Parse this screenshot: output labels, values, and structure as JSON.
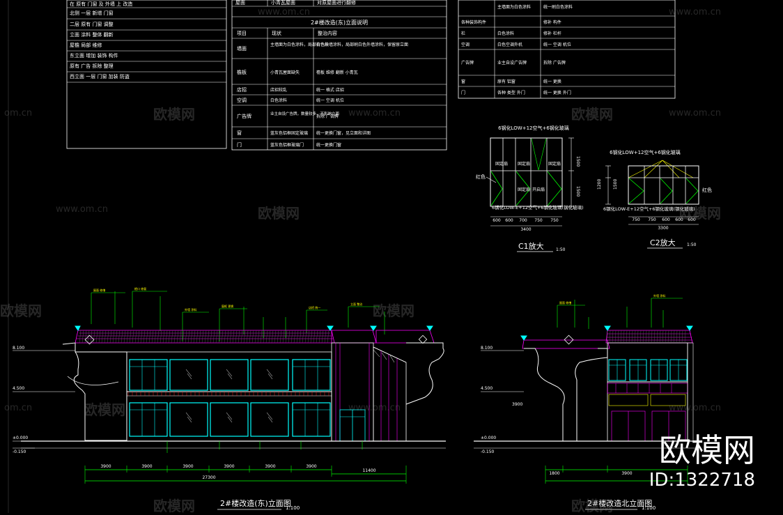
{
  "drawing": {
    "left_notes": [
      "在 原有 门窗 及 外墙 上 改造",
      "北侧 一层 新增 门窗",
      "二层 原有 门窗 调整",
      "立面 涂料 整体 翻新",
      "屋檐 局部 维修",
      "东立面 增加 装饰 构件",
      "原有 广告 拆除 整理",
      "西立面 一层 门窗 加装 防盗"
    ],
    "middle_table": {
      "top_row": [
        "屋面",
        "小青瓦屋面",
        "对原屋面进行翻修"
      ],
      "title": "2#楼改造(东)立面说明",
      "headers": [
        "项目",
        "现状",
        "整治内容"
      ],
      "rows": [
        [
          "墙面",
          "主墙面为白色涂料，局部有色块",
          "白色外墙涂料，局部刷白色外墙涂料，保留原立面"
        ],
        [
          "檐板",
          "小青瓦屋面缺失",
          "檐板 维修 翻新 小青瓦"
        ],
        [
          "店招",
          "店招较乱",
          "统一 格式 店招"
        ],
        [
          "空调",
          "白色涂料",
          "统一 空调 机位"
        ],
        [
          "广告牌",
          "业主自设广告牌，数量较多，不影响立面",
          "拆除 广告牌"
        ],
        [
          "窗",
          "蓝灰色铝框固定玻璃",
          "统一更换门窗，见立面和详图"
        ],
        [
          "门",
          "蓝灰色铝框玻璃门",
          "统一更换门窗"
        ]
      ]
    },
    "right_table": {
      "rows": [
        [
          "",
          "主墙面为白色涂料",
          "统一刷白色涂料"
        ],
        [
          "各种装饰构件",
          "",
          "修补 构件"
        ],
        [
          "栏",
          "白色涂料",
          "修补 栏杆"
        ],
        [
          "空调",
          "白色空调外机",
          "统一 空调 机位"
        ],
        [
          "广告牌",
          "业主自设广告牌",
          "拆除 广告牌"
        ],
        [
          "窗",
          "原有 铝窗",
          "统一 更换"
        ],
        [
          "门",
          "各种 类型 外门",
          "统一 更换 外门"
        ]
      ]
    },
    "c1": {
      "glass_label": "6钢化LOW+12空气+6钢化玻璃",
      "glass_label_bottom": "6钢化LOW-E+12空气+6钢化玻璃(钢化玻璃)",
      "pane_labels": [
        "固定扇",
        "固定扇",
        "固定扇",
        "固定扇"
      ],
      "open_label": "开启扇",
      "dims_bottom": [
        "600",
        "600",
        "700",
        "750",
        "750"
      ],
      "total_width": "3400",
      "dims_side": [
        "1500",
        "1500"
      ],
      "side_label": "红色",
      "title": "C1放大",
      "scale": "1:50"
    },
    "c2": {
      "glass_label": "6钢化LOW+12空气+6钢化玻璃",
      "glass_label_bottom": "6钢化LOW-E+12空气+6钢化玻璃(钢化玻璃)",
      "dims_bottom": [
        "750",
        "750",
        "600",
        "600",
        "600"
      ],
      "total_width": "3300",
      "dims_side": [
        "1200",
        "1500"
      ],
      "side_label": "红色",
      "title": "C2放大",
      "scale": "1:50"
    },
    "east_elevation": {
      "title": "2#楼改造(东)立面图",
      "scale": "1:100",
      "levels": [
        "8.100",
        "4.500",
        "±0.000",
        "-0.150"
      ],
      "dims": [
        "3900",
        "3900",
        "3900",
        "3900",
        "3900",
        "3900"
      ],
      "total": "27300",
      "right_dim": "11400"
    },
    "north_elevation": {
      "title": "2#楼改造北立面图",
      "scale": "1:100",
      "levels": [
        "8.100",
        "4.500",
        "±0.000",
        "-0.150"
      ],
      "dims": [
        "1800",
        "3900"
      ],
      "inner_dim": "3900"
    }
  },
  "watermarks": {
    "text": "欧模网",
    "url": "www.om.cn",
    "url_partial": "om.cn",
    "brand": "欧模网",
    "id": "ID:1322718"
  },
  "colors": {
    "background": "#000000",
    "line": "#ffffff",
    "green": "#00ff00",
    "cyan": "#00ffff",
    "magenta": "#ff00ff",
    "yellow": "#ffff00",
    "red": "#ff2020"
  }
}
